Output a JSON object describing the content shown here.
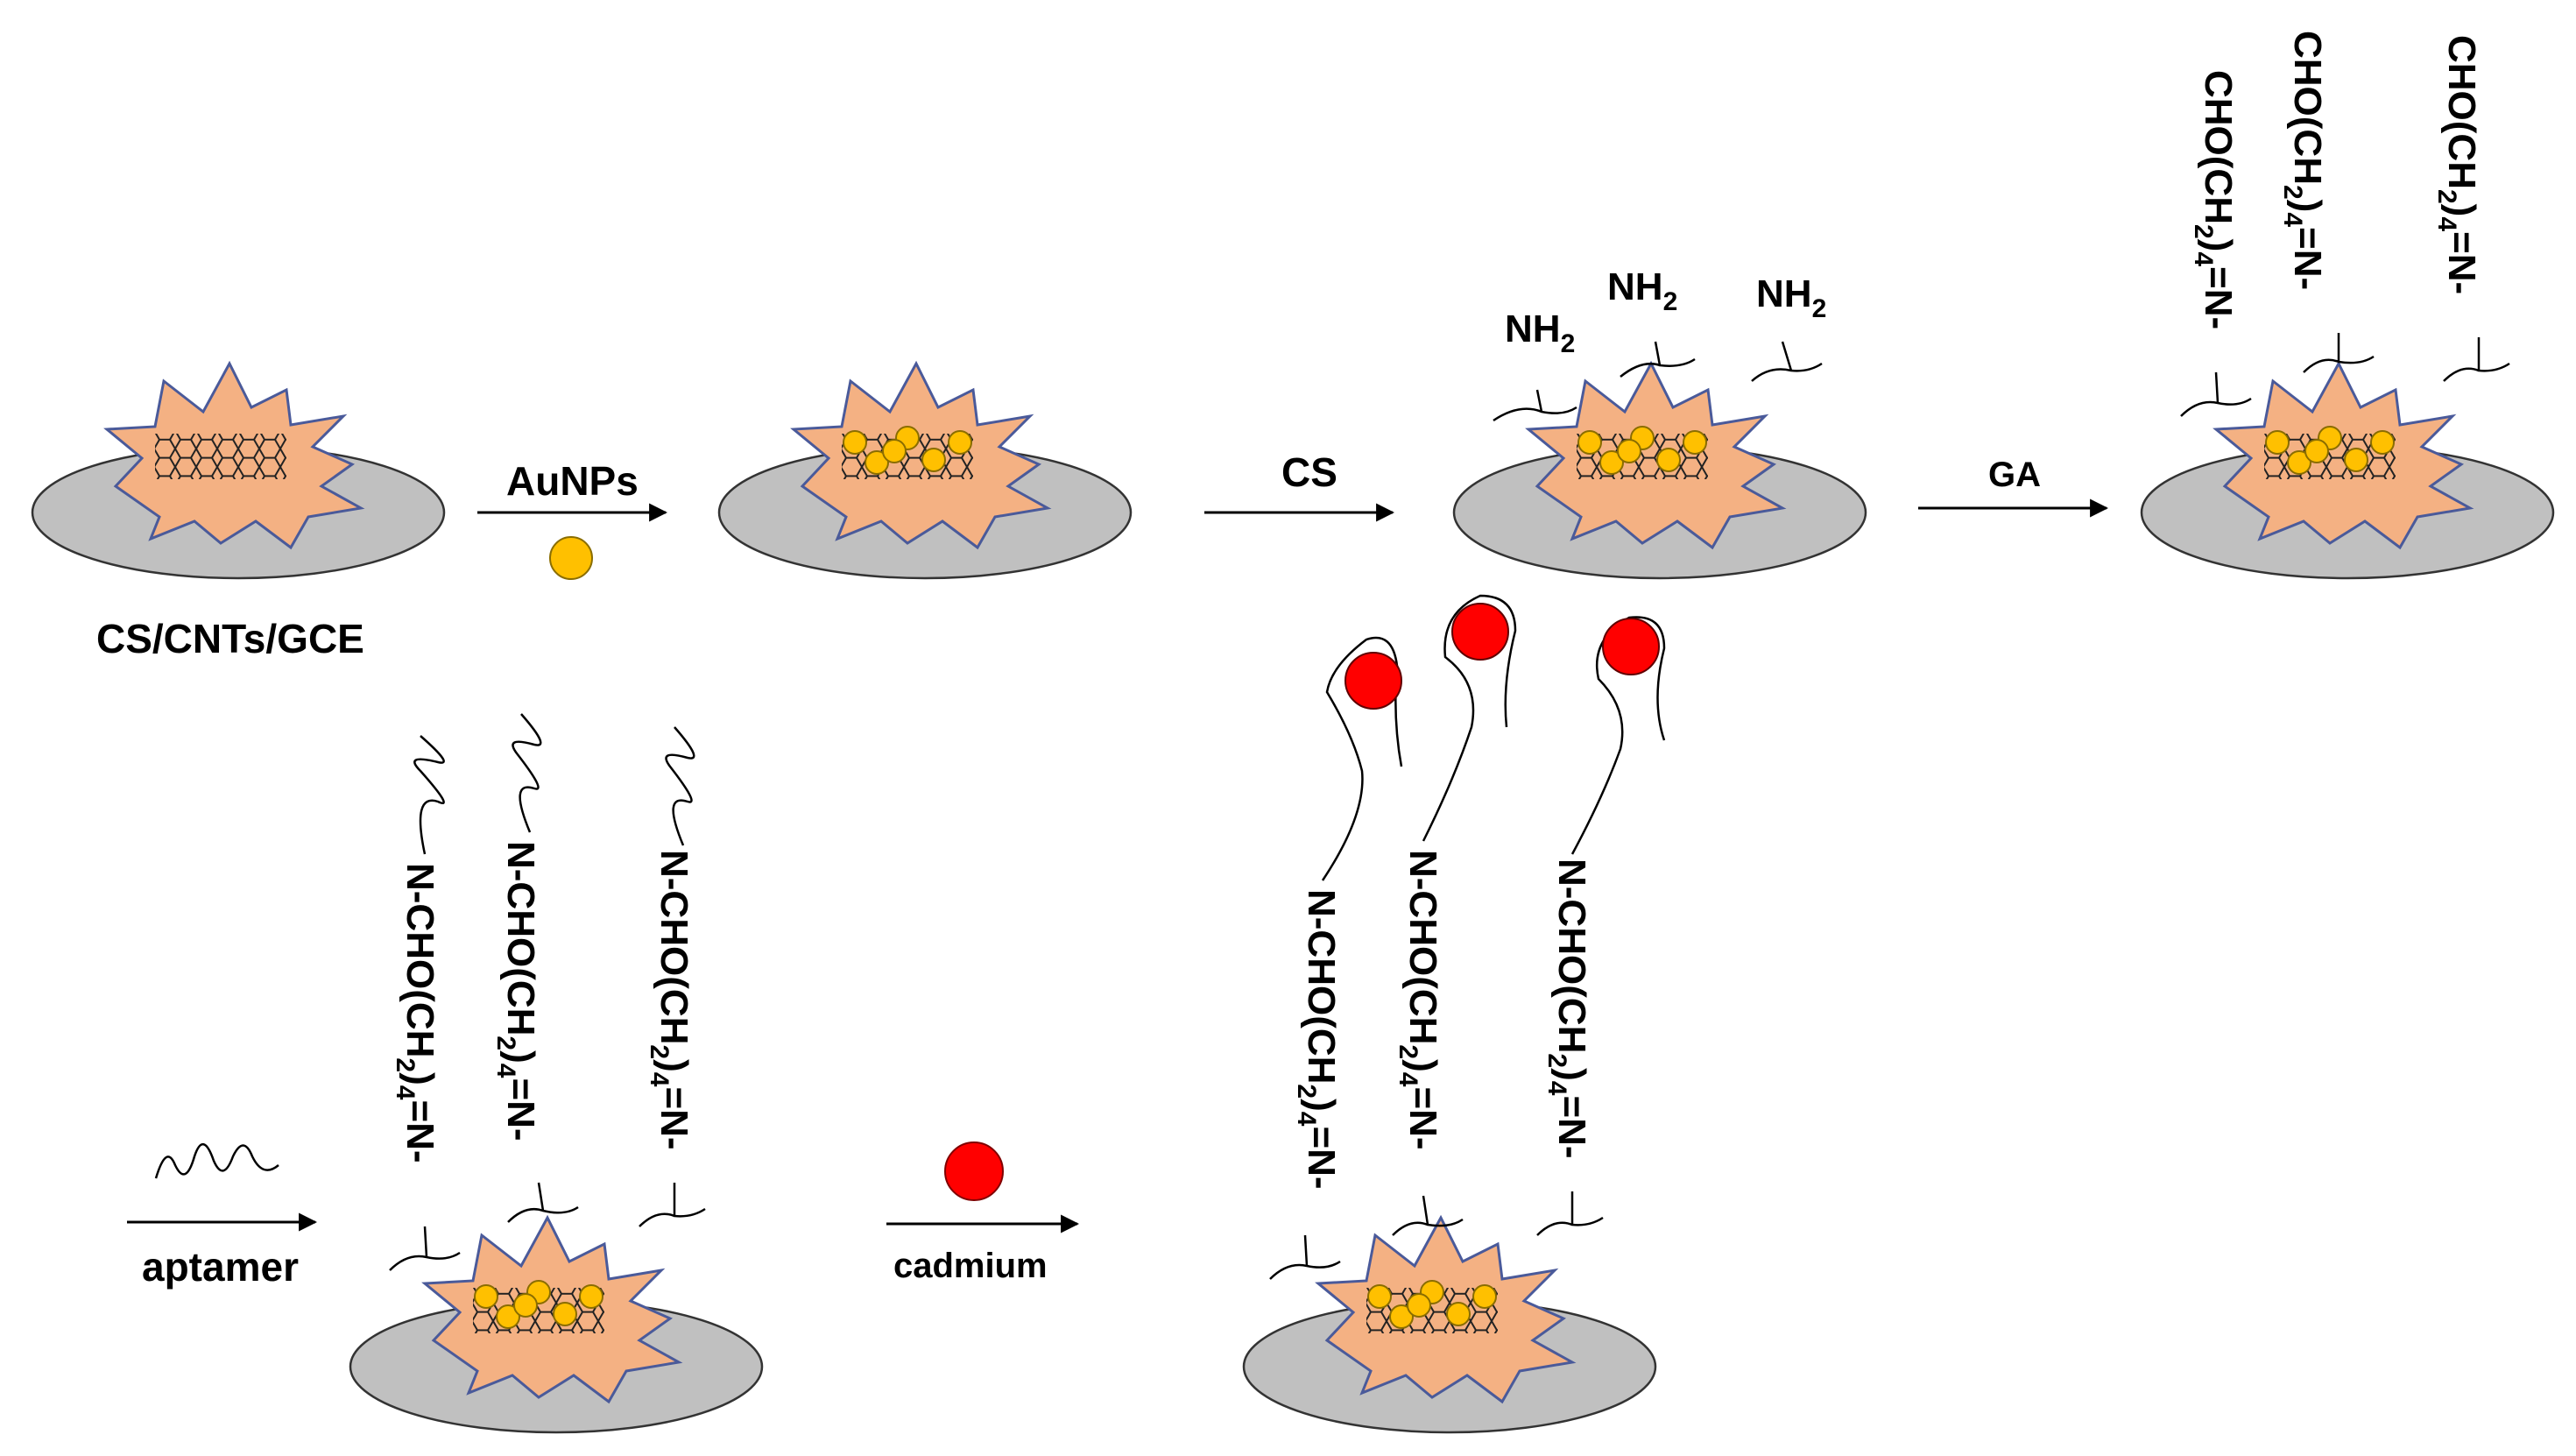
{
  "labels": {
    "electrode": "CS/CNTs/GCE",
    "step_aunps": "AuNPs",
    "step_cs": "CS",
    "step_ga": "GA",
    "step_aptamer": "aptamer",
    "step_cadmium": "cadmium"
  },
  "chem": {
    "amine": "NH",
    "amine_sub": "2",
    "ga_link_a": "CHO(CH",
    "ga_link_sub": "2",
    "ga_link_b": ")",
    "ga_link_sub2": "4",
    "ga_link_c": "=N-",
    "apt_link_a": "N-CHO(CH",
    "apt_link_b": ")",
    "apt_link_c": "=N-"
  },
  "colors": {
    "electrode_fill": "#c0c0c0",
    "cnt_fill": "#f4b183",
    "cnt_stroke": "#4a5a9a",
    "aunp_fill": "#ffc000",
    "cadmium_fill": "#ff0000"
  }
}
